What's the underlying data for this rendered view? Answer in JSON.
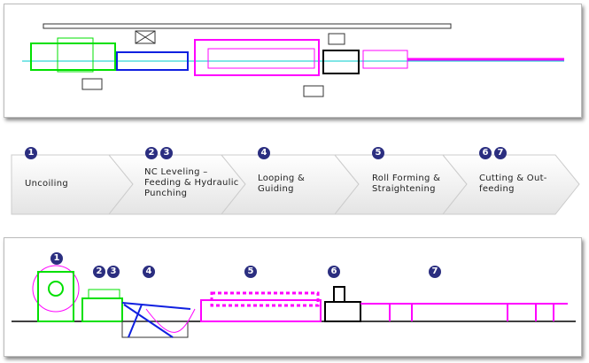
{
  "steps": [
    {
      "badges": [
        "1"
      ],
      "label": "Uncoiling"
    },
    {
      "badges": [
        "2",
        "3"
      ],
      "label": "NC Leveling – Feeding & Hydraulic Punching"
    },
    {
      "badges": [
        "4"
      ],
      "label": "Looping & Guiding"
    },
    {
      "badges": [
        "5"
      ],
      "label": "Roll Forming & Straightening"
    },
    {
      "badges": [
        "6",
        "7"
      ],
      "label": "Cutting & Out-feeding"
    }
  ],
  "side_badges": [
    "1",
    "2",
    "3",
    "4",
    "5",
    "6",
    "7"
  ],
  "colors": {
    "badge": "#2b2e80",
    "green": "#00e000",
    "blue": "#1020e0",
    "magenta": "#ff00ff"
  }
}
